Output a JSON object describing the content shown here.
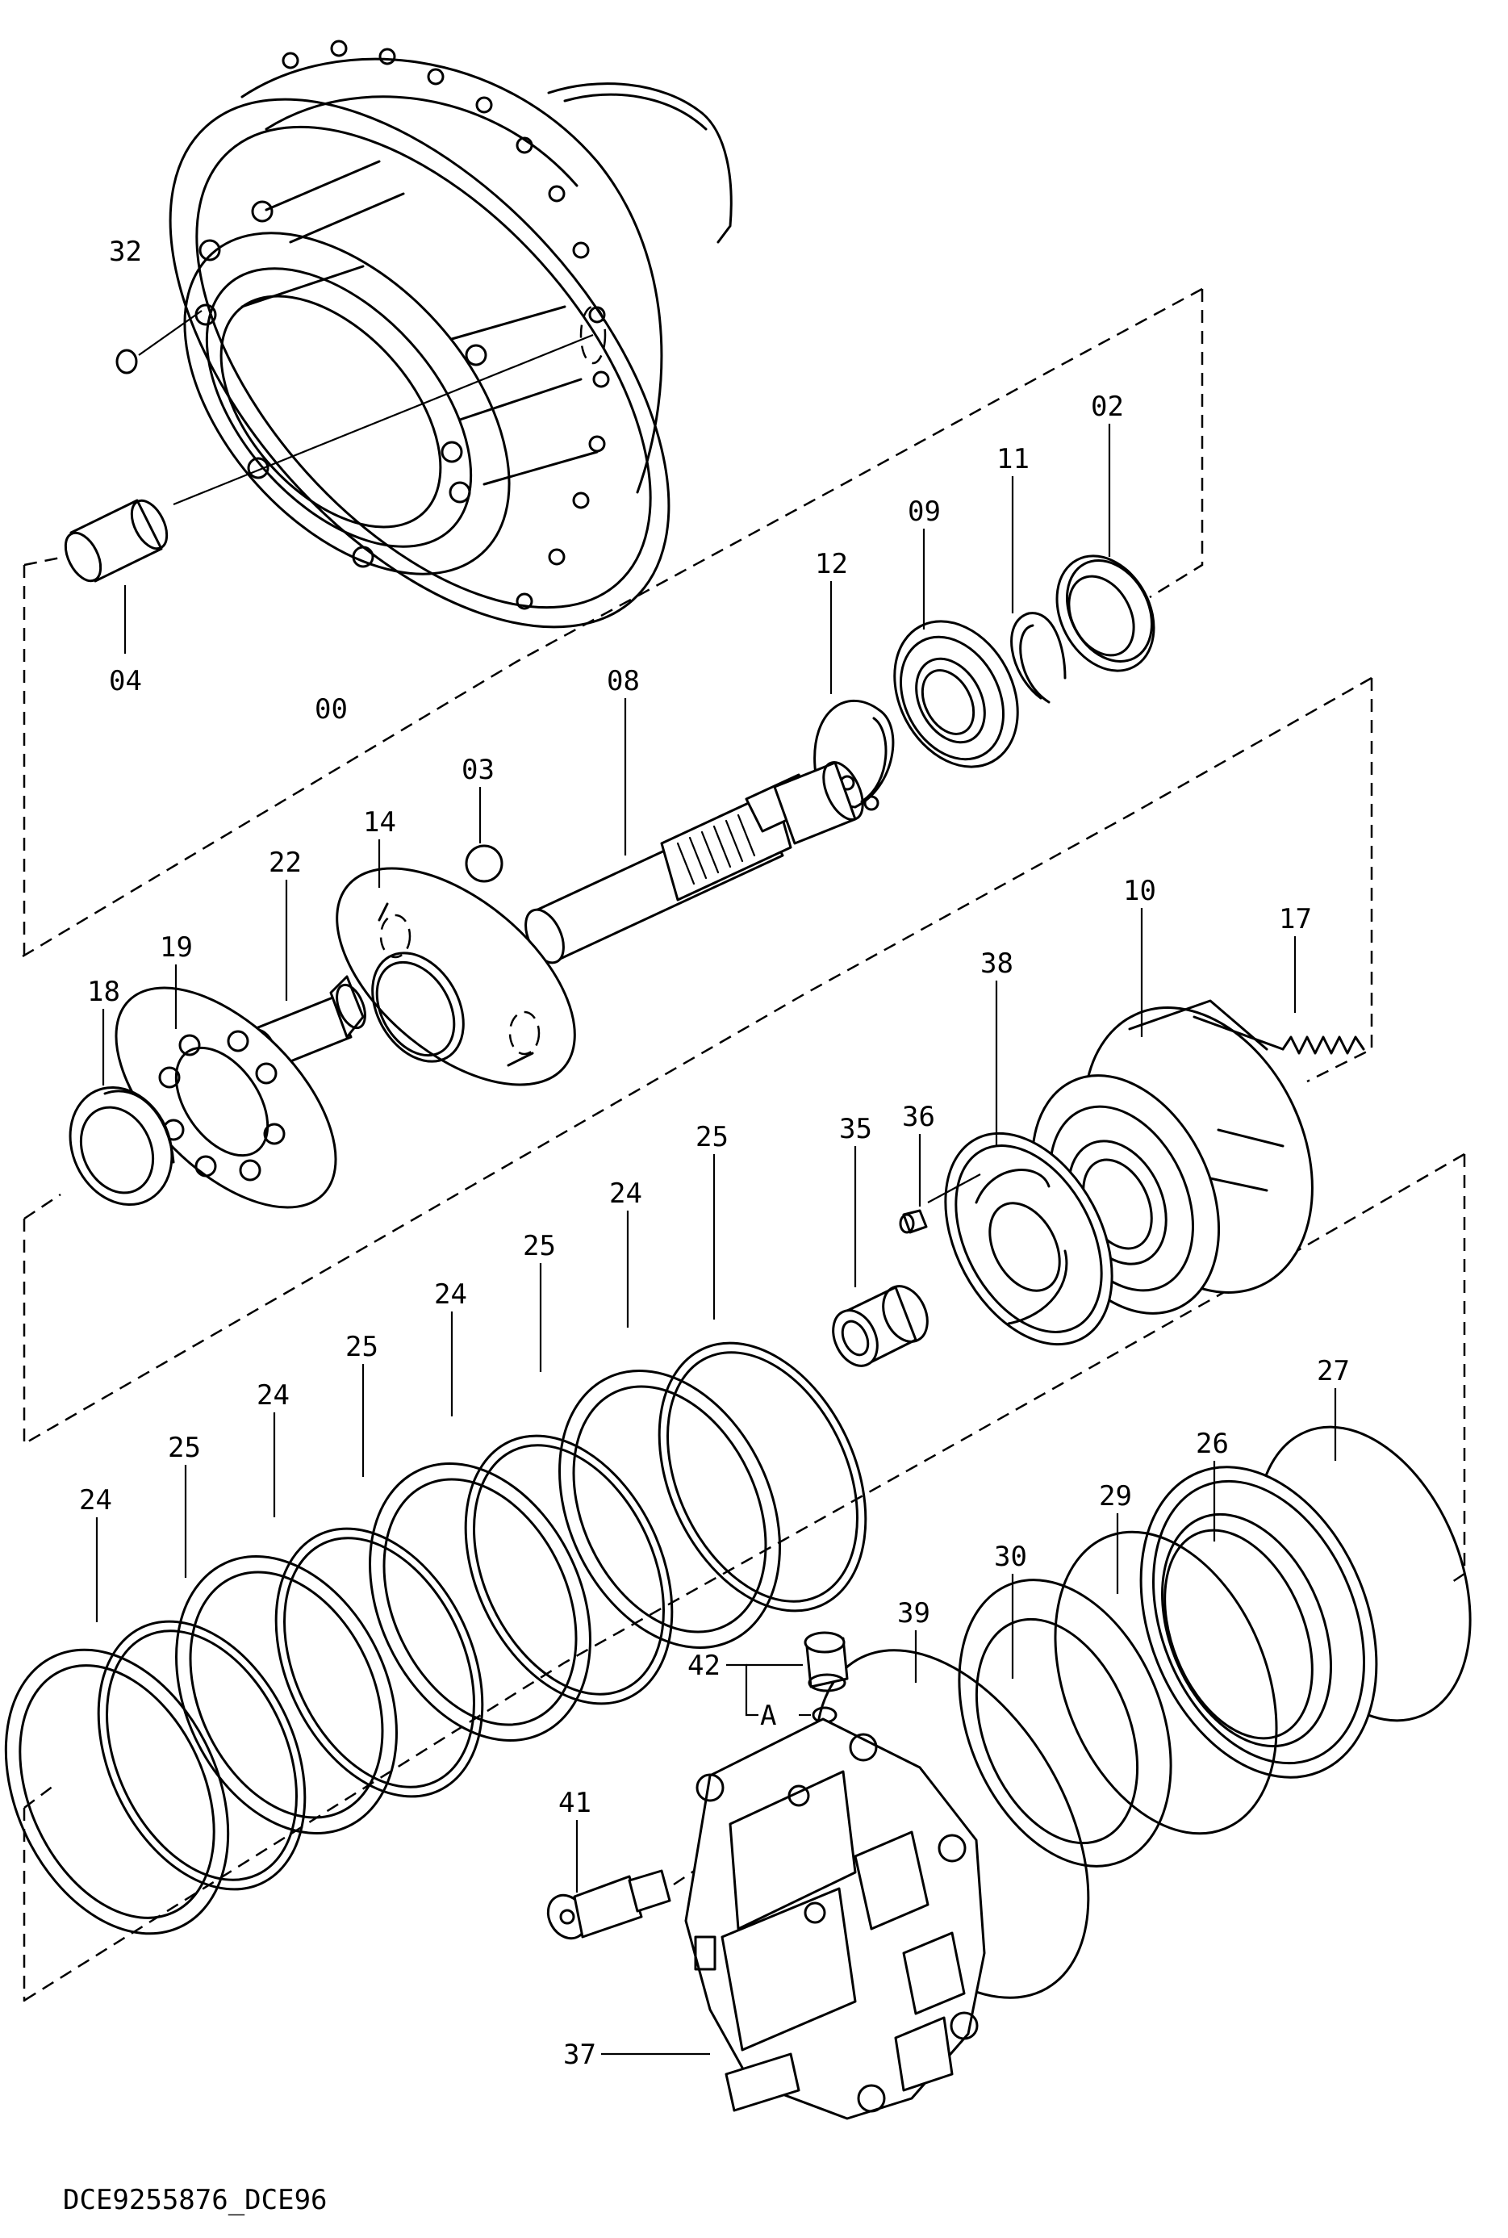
{
  "drawing_code": "DCE9255876_DCE96",
  "detail_marker": "A",
  "labels": {
    "p32": "32",
    "p04": "04",
    "p00": "00",
    "p02": "02",
    "p11": "11",
    "p09": "09",
    "p12": "12",
    "p08": "08",
    "p03": "03",
    "p14": "14",
    "p22": "22",
    "p19": "19",
    "p18": "18",
    "p17": "17",
    "p10": "10",
    "p38": "38",
    "p36": "36",
    "p35": "35",
    "p25a": "25",
    "p24a": "24",
    "p25b": "25",
    "p24b": "24",
    "p25c": "25",
    "p24c": "24",
    "p25d": "25",
    "p24d": "24",
    "p27": "27",
    "p26": "26",
    "p29": "29",
    "p30": "30",
    "p39": "39",
    "p42": "42",
    "p41": "41",
    "p37": "37"
  }
}
